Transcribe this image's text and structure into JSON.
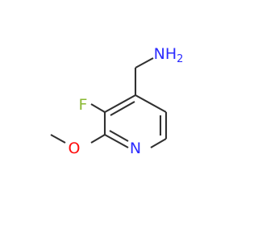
{
  "molecule": {
    "atoms": {
      "amine": {
        "label": "NH",
        "subscript": "2",
        "color": "#2c2cff"
      },
      "fluorine": {
        "label": "F",
        "color": "#8ab832"
      },
      "ring_nitrogen": {
        "label": "N",
        "color": "#2c2cff"
      },
      "oxygen": {
        "label": "O",
        "color": "#ff0d0d"
      }
    },
    "bond_color": "#303030"
  }
}
